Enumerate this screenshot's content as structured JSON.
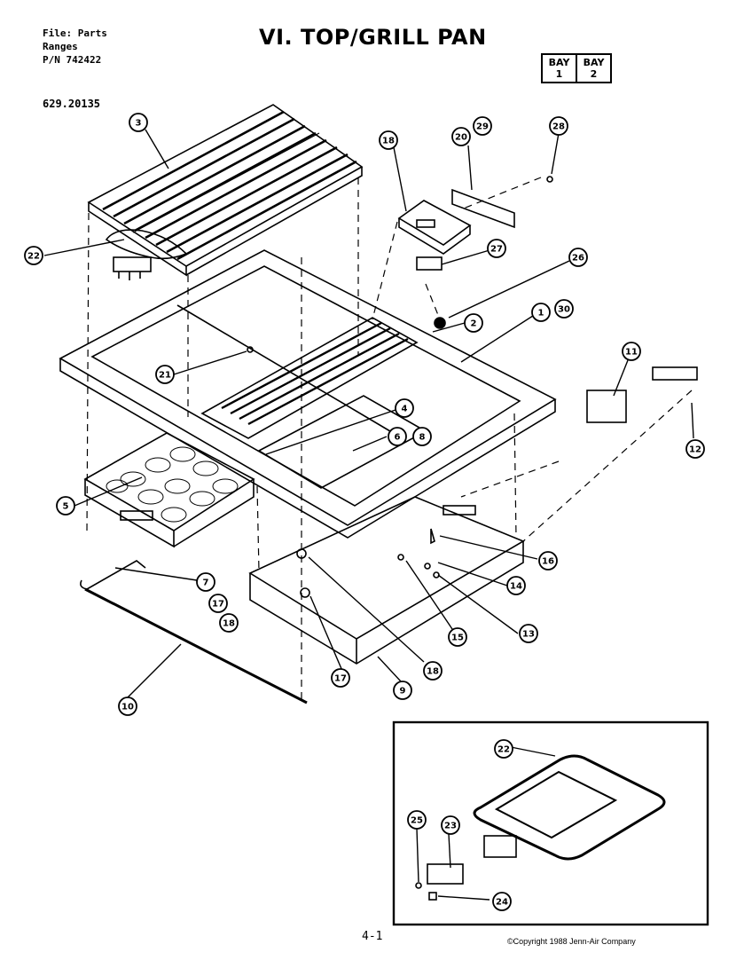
{
  "header": {
    "line1": "File: Parts",
    "line2": "Ranges",
    "line3": "P/N 742422"
  },
  "title": "VI. TOP/GRILL PAN",
  "model_number": "629.20135",
  "bay_box": {
    "cells": [
      {
        "top": "BAY",
        "bottom": "1"
      },
      {
        "top": "BAY",
        "bottom": "2"
      }
    ]
  },
  "callouts": [
    "3",
    "18",
    "20",
    "29",
    "28",
    "27",
    "26",
    "2",
    "1",
    "30",
    "22",
    "21",
    "11",
    "12",
    "4",
    "6",
    "8",
    "5",
    "16",
    "14",
    "13",
    "15",
    "7",
    "17",
    "18",
    "10",
    "17",
    "18",
    "9",
    "22",
    "25",
    "23",
    "24"
  ],
  "footer": {
    "page": "4-1",
    "copyright": "©Copyright 1988 Jenn-Air Company"
  }
}
